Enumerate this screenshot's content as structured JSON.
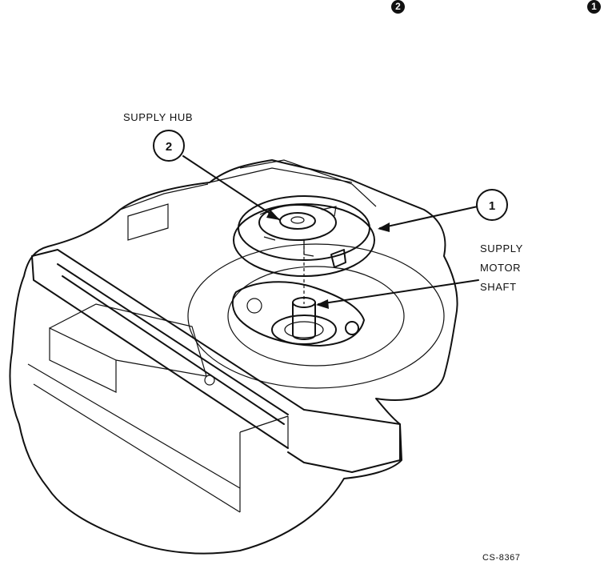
{
  "top_markers": {
    "second": "2",
    "first": "1"
  },
  "labels": {
    "supply_hub": "SUPPLY HUB",
    "motor_line1": "SUPPLY",
    "motor_line2": "MOTOR",
    "motor_line3": "SHAFT",
    "figure_code": "CS-8367"
  },
  "callouts": {
    "hub": "2",
    "reel": "1"
  }
}
